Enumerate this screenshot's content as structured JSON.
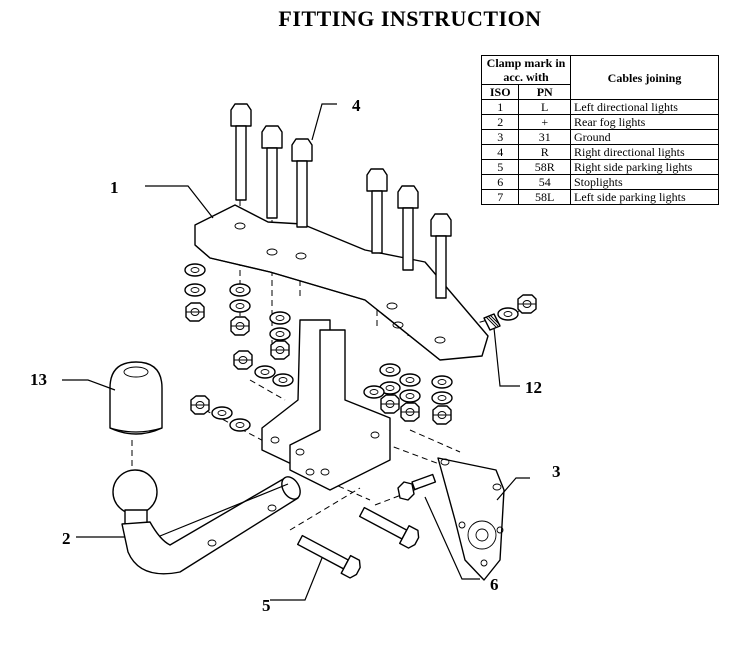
{
  "title": "FITTING INSTRUCTION",
  "table": {
    "header_clamp": "Clamp mark in acc. with",
    "header_cables": "Cables joining",
    "col_iso": "ISO",
    "col_pn": "PN",
    "rows": [
      {
        "iso": "1",
        "pn": "L",
        "cable": "Left directional lights"
      },
      {
        "iso": "2",
        "pn": "+",
        "cable": "Rear fog lights"
      },
      {
        "iso": "3",
        "pn": "31",
        "cable": "Ground"
      },
      {
        "iso": "4",
        "pn": "R",
        "cable": "Right directional lights"
      },
      {
        "iso": "5",
        "pn": "58R",
        "cable": "Right side parking lights"
      },
      {
        "iso": "6",
        "pn": "54",
        "cable": "Stoplights"
      },
      {
        "iso": "7",
        "pn": "58L",
        "cable": "Left side parking lights"
      }
    ]
  },
  "callouts": {
    "c1": "1",
    "c2": "2",
    "c3": "3",
    "c4": "4",
    "c5": "5",
    "c6": "6",
    "c12": "12",
    "c13": "13"
  }
}
